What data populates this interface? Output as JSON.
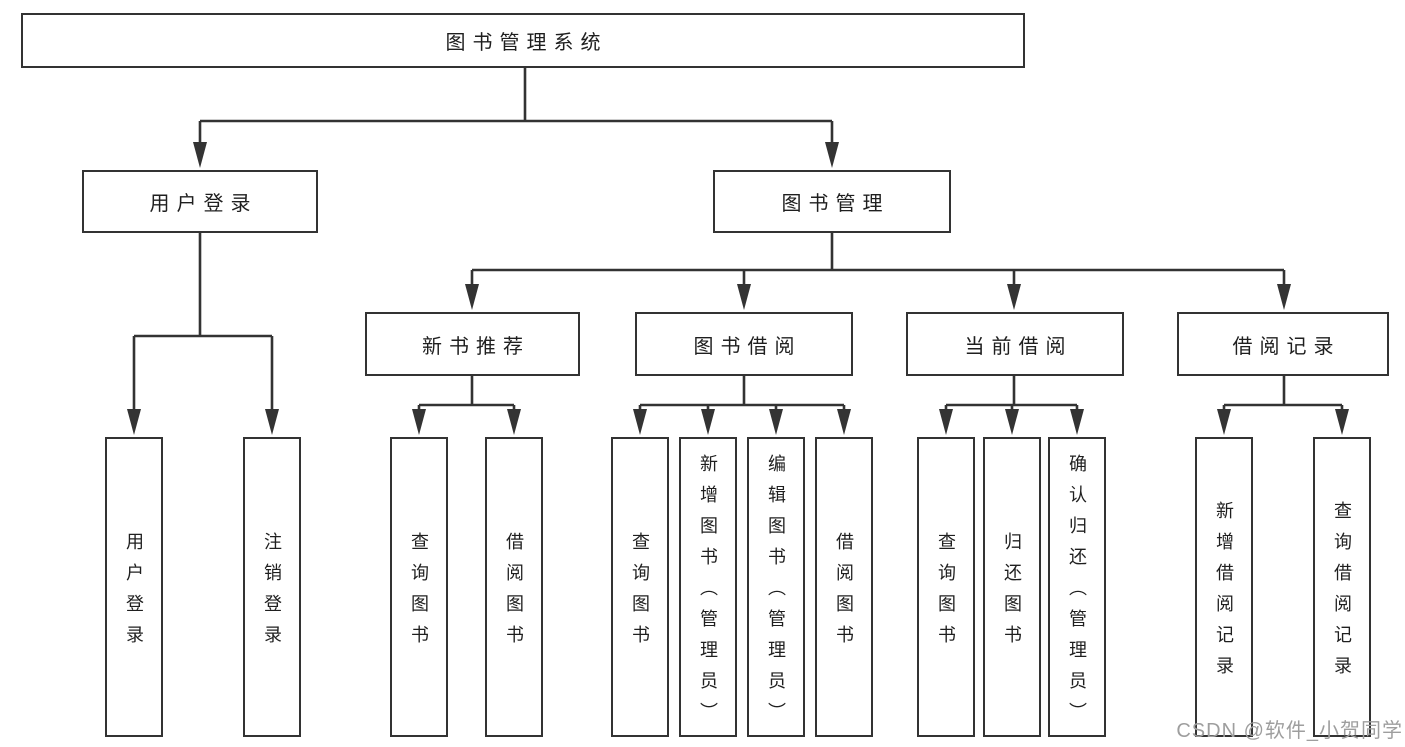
{
  "colors": {
    "line": "#333333",
    "text": "#1f1f1f",
    "box_background": "#ffffff",
    "page_background": "#ffffff",
    "watermark": "#9e9e9e"
  },
  "watermark": {
    "text": "CSDN @软件_小贺同学"
  },
  "tree": {
    "label": "图书管理系统",
    "children": [
      {
        "label": "用户登录",
        "children": [
          {
            "label": "用户登录"
          },
          {
            "label": "注销登录"
          }
        ]
      },
      {
        "label": "图书管理",
        "children": [
          {
            "label": "新书推荐",
            "children": [
              {
                "label": "查询图书"
              },
              {
                "label": "借阅图书"
              }
            ]
          },
          {
            "label": "图书借阅",
            "children": [
              {
                "label": "查询图书"
              },
              {
                "label": "新增图书（管理员）"
              },
              {
                "label": "编辑图书（管理员）"
              },
              {
                "label": "借阅图书"
              }
            ]
          },
          {
            "label": "当前借阅",
            "children": [
              {
                "label": "查询图书"
              },
              {
                "label": "归还图书"
              },
              {
                "label": "确认归还（管理员）"
              }
            ]
          },
          {
            "label": "借阅记录",
            "children": [
              {
                "label": "新增借阅记录"
              },
              {
                "label": "查询借阅记录"
              }
            ]
          }
        ]
      }
    ]
  }
}
